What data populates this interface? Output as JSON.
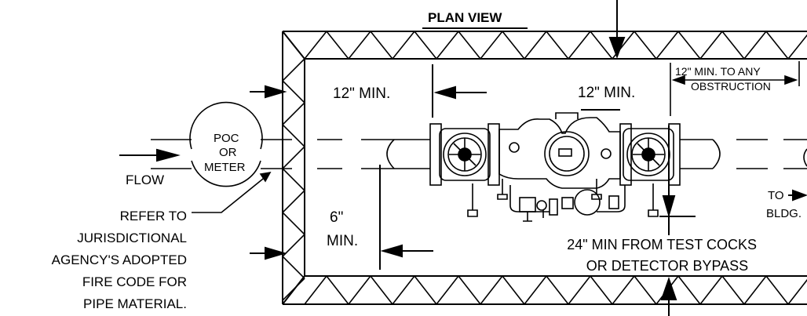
{
  "drawing": {
    "title": "PLAN VIEW",
    "labels": {
      "clearance_left": "12\" MIN.",
      "clearance_center": "12\" MIN.",
      "clearance_right_line1": "12\" MIN. TO ANY",
      "clearance_right_line2": "OBSTRUCTION",
      "poc_line1": "POC",
      "poc_line2": "OR",
      "poc_line3": "METER",
      "flow": "FLOW",
      "to_bldg_line1": "TO",
      "to_bldg_line2": "BLDG.",
      "bottom_clear_line1": "6\"",
      "bottom_clear_line2": "MIN.",
      "test_cocks_line1": "24\" MIN FROM TEST COCKS",
      "test_cocks_line2": "OR DETECTOR BYPASS",
      "note_line1": "REFER TO",
      "note_line2": "JURISDICTIONAL",
      "note_line3": "AGENCY'S ADOPTED",
      "note_line4": "FIRE CODE FOR",
      "note_line5": "PIPE MATERIAL."
    }
  }
}
